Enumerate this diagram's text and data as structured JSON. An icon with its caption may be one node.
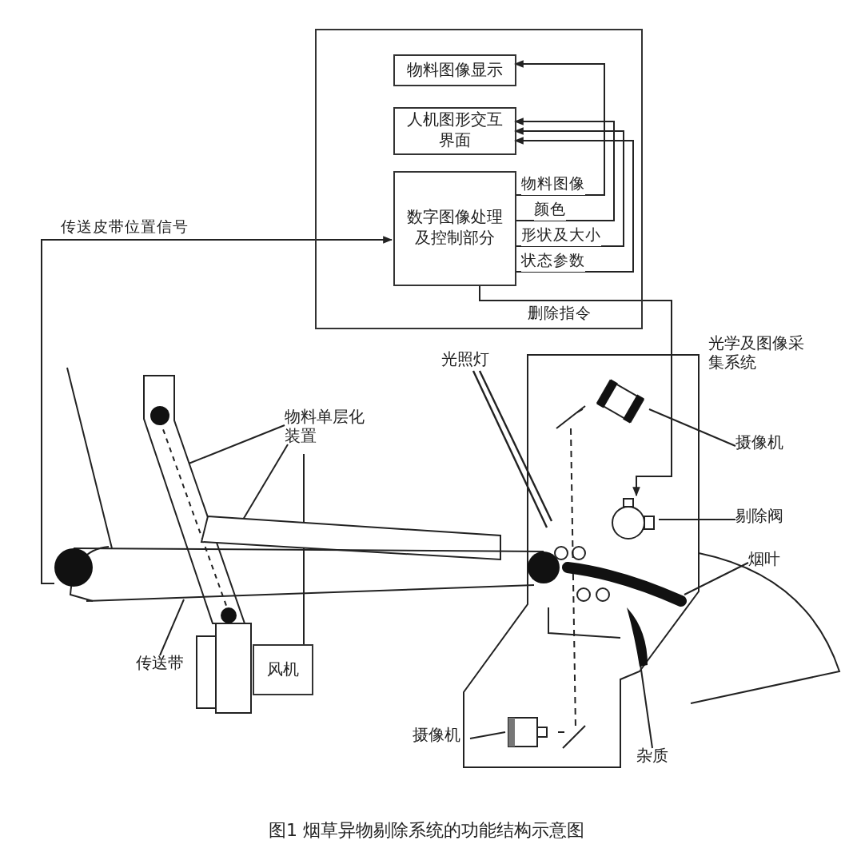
{
  "diagram": {
    "caption": "图1 烟草异物剔除系统的功能结构示意图",
    "nodes": [
      {
        "text": [],
        "shape": "box"
      },
      {
        "text": [
          "物料图像显示"
        ],
        "in": 0
      },
      {
        "text": [
          "人机图形交互界面"
        ],
        "in": 0
      },
      {
        "text": [
          "数字图像处理及控制部分"
        ],
        "in": 0
      },
      {
        "text": [
          "光学及图像采集系统"
        ]
      },
      {
        "text": [
          "摄像机"
        ]
      },
      {
        "text": [],
        "shape": "picture",
        "in": 4
      },
      {
        "text": [
          "剔除阀"
        ]
      },
      {
        "text": [],
        "shape": "circle",
        "in": 4
      },
      {
        "text": [
          "烟叶"
        ]
      },
      {
        "text": [],
        "shape": "bar",
        "in": 4
      },
      {
        "text": [
          "杂质"
        ]
      },
      {
        "text": [],
        "shape": "picture",
        "in": 4
      },
      {
        "text": [
          "摄像机"
        ]
      },
      {
        "text": [],
        "shape": "picture",
        "in": 4
      },
      {
        "text": [
          "物料单层化装置"
        ]
      },
      {
        "text": [],
        "shape": "picture"
      },
      {
        "text": [],
        "shape": "bar"
      },
      {
        "text": [
          "传送带"
        ]
      },
      {
        "text": [],
        "shape": "picture"
      },
      {
        "text": [
          "风机"
        ]
      }
    ],
    "edges": [
      {
        "from": 19,
        "to": 3,
        "arrow": "to",
        "label": "传送皮带位置信号"
      },
      {
        "from": 3,
        "to": 1,
        "arrow": "to",
        "label": "物料图像"
      },
      {
        "from": 3,
        "to": 2,
        "arrow": "to",
        "label": "颜色"
      },
      {
        "from": 3,
        "to": 2,
        "arrow": "to",
        "label": "形状及大小"
      },
      {
        "from": 3,
        "to": 2,
        "arrow": "to",
        "label": "状态参数"
      },
      {
        "from": 3,
        "to": 8,
        "arrow": "to",
        "label": "删除指令"
      },
      {
        "from": 5,
        "to": 6,
        "arrow": "none"
      },
      {
        "from": 7,
        "to": 8,
        "arrow": "none"
      },
      {
        "from": 9,
        "to": 10,
        "arrow": "none"
      },
      {
        "from": 11,
        "to": 12,
        "arrow": "none"
      },
      {
        "from": 13,
        "to": 14,
        "arrow": "none"
      },
      {
        "from": 15,
        "to": 16,
        "arrow": "none"
      },
      {
        "from": 15,
        "to": 17,
        "arrow": "none"
      },
      {
        "from": 15,
        "to": 20,
        "arrow": "none"
      },
      {
        "from": 18,
        "to": 19,
        "arrow": "none"
      }
    ],
    "labels": [
      "光照灯"
    ]
  }
}
